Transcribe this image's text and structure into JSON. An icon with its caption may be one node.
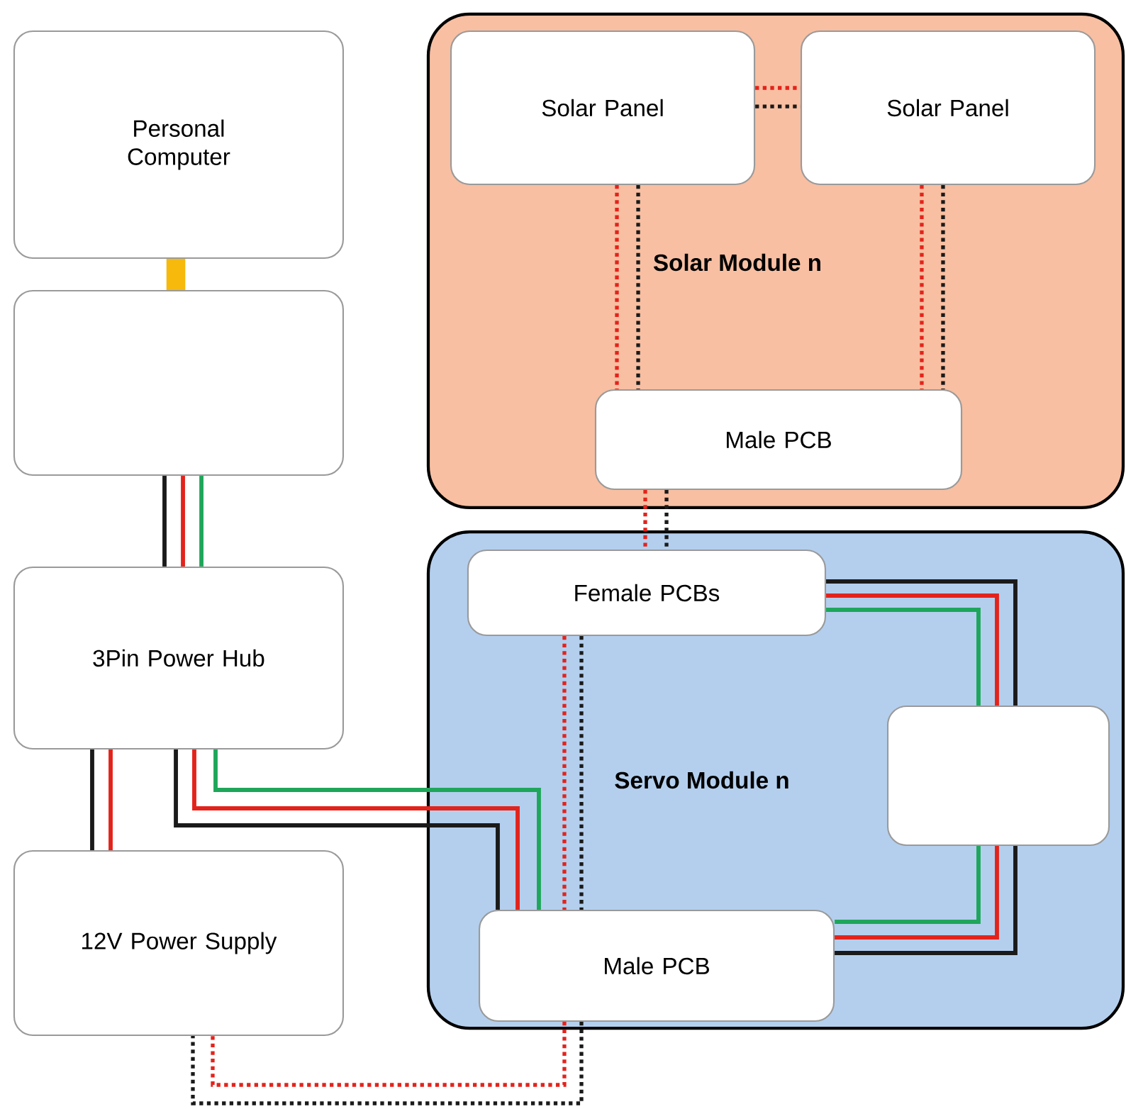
{
  "diagram": {
    "nodes": [
      {
        "text": [
          "Personal Computer"
        ]
      },
      {
        "text": [],
        "shape": "box"
      },
      {
        "text": [
          "3Pin Power Hub"
        ]
      },
      {
        "text": [
          "12V Power Supply"
        ]
      },
      {
        "text": [
          "Solar Module n"
        ]
      },
      {
        "text": [
          "Solar Panel"
        ],
        "in": 4
      },
      {
        "text": [
          "Solar Panel"
        ],
        "in": 4
      },
      {
        "text": [
          "Male PCB"
        ],
        "in": 4
      },
      {
        "text": [
          "Servo Module n"
        ]
      },
      {
        "text": [
          "Female PCBs"
        ],
        "in": 8
      },
      {
        "text": [],
        "shape": "box",
        "in": 8
      },
      {
        "text": [
          "Male PCB"
        ],
        "in": 8
      }
    ],
    "edges": [
      {
        "from": 0,
        "to": 1,
        "arrow": "none",
        "style": "thick",
        "color": "#f6b90c"
      },
      {
        "from": 1,
        "to": 2,
        "arrow": "none",
        "color": "#1a1a1a"
      },
      {
        "from": 1,
        "to": 2,
        "arrow": "none",
        "color": "#e3231b"
      },
      {
        "from": 1,
        "to": 2,
        "arrow": "none",
        "color": "#1ea65a"
      },
      {
        "from": 2,
        "to": 3,
        "arrow": "none",
        "color": "#1a1a1a"
      },
      {
        "from": 2,
        "to": 3,
        "arrow": "none",
        "color": "#e3231b"
      },
      {
        "from": 2,
        "to": 11,
        "arrow": "none",
        "color": "#1a1a1a"
      },
      {
        "from": 2,
        "to": 11,
        "arrow": "none",
        "color": "#e3231b"
      },
      {
        "from": 2,
        "to": 11,
        "arrow": "none",
        "color": "#1ea65a"
      },
      {
        "from": 9,
        "to": 10,
        "arrow": "none",
        "color": "#1a1a1a"
      },
      {
        "from": 9,
        "to": 10,
        "arrow": "none",
        "color": "#e3231b"
      },
      {
        "from": 9,
        "to": 10,
        "arrow": "none",
        "color": "#1ea65a"
      },
      {
        "from": 10,
        "to": 11,
        "arrow": "none",
        "color": "#1ea65a"
      },
      {
        "from": 10,
        "to": 11,
        "arrow": "none",
        "color": "#e3231b"
      },
      {
        "from": 10,
        "to": 11,
        "arrow": "none",
        "color": "#1a1a1a"
      },
      {
        "from": 5,
        "to": 6,
        "arrow": "none",
        "style": "dashed",
        "color": "#e3231b"
      },
      {
        "from": 5,
        "to": 6,
        "arrow": "none",
        "style": "dashed",
        "color": "#1a1a1a"
      },
      {
        "from": 5,
        "to": 7,
        "arrow": "none",
        "style": "dashed",
        "color": "#e3231b"
      },
      {
        "from": 5,
        "to": 7,
        "arrow": "none",
        "style": "dashed",
        "color": "#1a1a1a"
      },
      {
        "from": 6,
        "to": 7,
        "arrow": "none",
        "style": "dashed",
        "color": "#e3231b"
      },
      {
        "from": 6,
        "to": 7,
        "arrow": "none",
        "style": "dashed",
        "color": "#1a1a1a"
      },
      {
        "from": 7,
        "to": 9,
        "arrow": "none",
        "style": "dashed",
        "color": "#e3231b"
      },
      {
        "from": 7,
        "to": 9,
        "arrow": "none",
        "style": "dashed",
        "color": "#1a1a1a"
      },
      {
        "from": 9,
        "to": 11,
        "arrow": "none",
        "style": "dashed",
        "color": "#e3231b"
      },
      {
        "from": 9,
        "to": 11,
        "arrow": "none",
        "style": "dashed",
        "color": "#1a1a1a"
      },
      {
        "from": 11,
        "to": 3,
        "arrow": "none",
        "style": "dashed",
        "color": "#e3231b"
      },
      {
        "from": 11,
        "to": 3,
        "arrow": "none",
        "style": "dashed",
        "color": "#1a1a1a"
      }
    ]
  }
}
